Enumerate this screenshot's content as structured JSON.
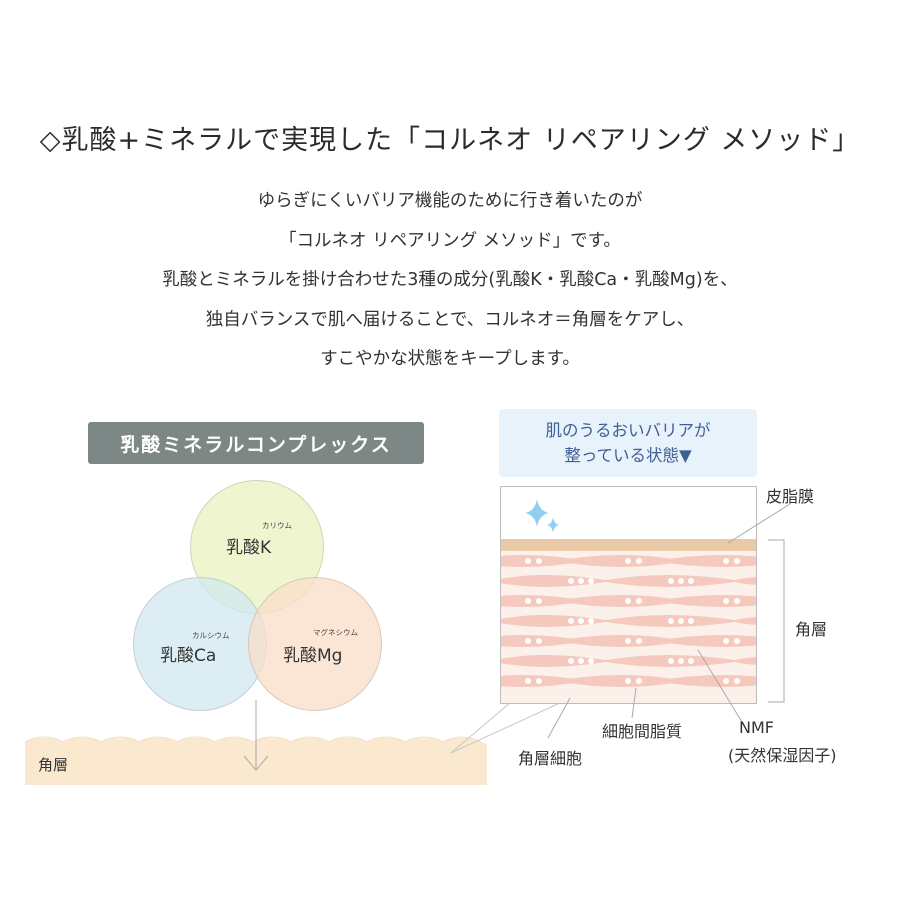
{
  "heading": "◇乳酸+ミネラルで実現した「コルネオ リペアリング メソッド」",
  "intro_lines": [
    "ゆらぎにくいバリア機能のために行き着いたのが",
    "「コルネオ リペアリング メソッド」です。",
    "乳酸とミネラルを掛け合わせた3種の成分(乳酸K・乳酸Ca・乳酸Mg)を、",
    "独自バランスで肌へ届けることで、コルネオ＝角層をケアし、",
    "すこやかな状態をキープします。"
  ],
  "left_diagram": {
    "label": "乳酸ミネラルコンプレックス",
    "circles": [
      {
        "name": "乳酸K",
        "ruby": "カリウム",
        "color": "#eaf1be"
      },
      {
        "name": "乳酸Ca",
        "ruby": "カルシウム",
        "color": "#d0e8f0"
      },
      {
        "name": "乳酸Mg",
        "ruby": "マグネシウム",
        "color": "#faddc8"
      }
    ],
    "layer_label": "角層",
    "layer_color": "#fae8cf"
  },
  "right_diagram": {
    "header_line1": "肌のうるおいバリアが",
    "header_line2": "整っている状態▼",
    "labels": {
      "sebum": "皮脂膜",
      "stratum": "角層",
      "intercellular": "細胞間脂質",
      "nmf": "NMF",
      "nmf_sub": "(天然保湿因子)",
      "corneocyte": "角層細胞"
    },
    "colors": {
      "sebum": "#e9c9a6",
      "cell": "#f5c9bd",
      "lipid": "#fcf1ea",
      "sparkle": "#8fd0f0",
      "header_bg": "#e8f2fa",
      "header_text": "#3f5f94"
    }
  }
}
